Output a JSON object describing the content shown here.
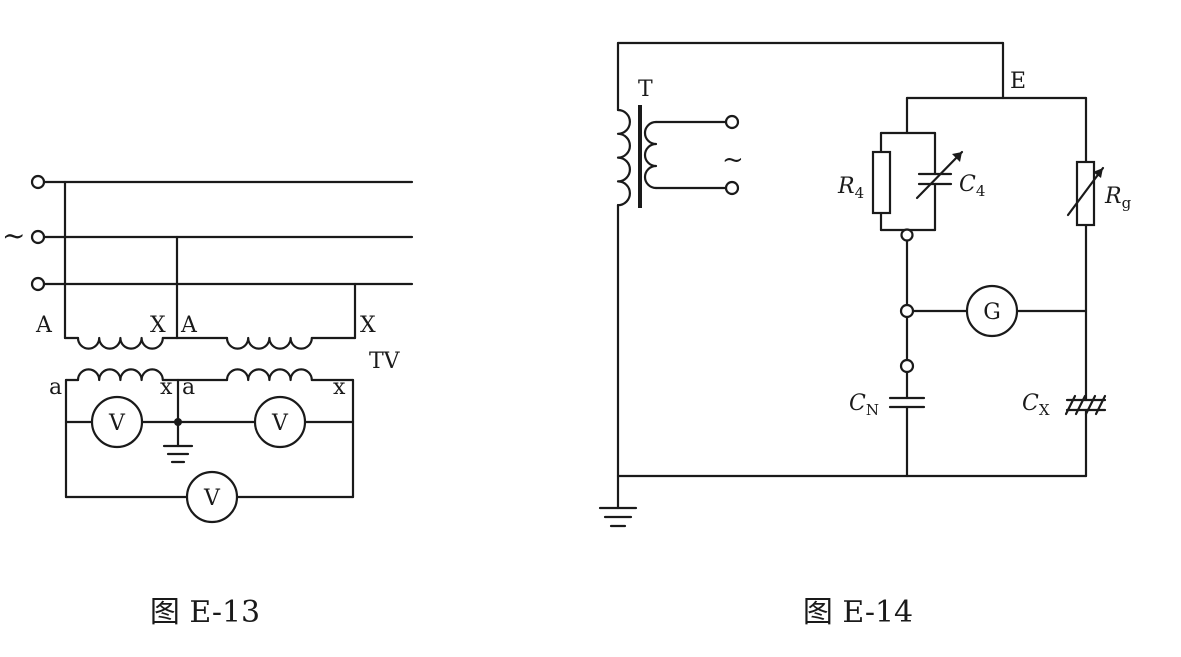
{
  "figure_e13": {
    "caption": "图 E-13",
    "source_symbol": "~",
    "primary_labels": [
      "A",
      "X",
      "A",
      "X"
    ],
    "secondary_labels": [
      "a",
      "x",
      "a",
      "x"
    ],
    "tv_label": "TV",
    "meter_label": "V"
  },
  "figure_e14": {
    "caption": "图 E-14",
    "transformer_label": "T",
    "source_symbol": "~",
    "node_label": "E",
    "r4": {
      "main": "R",
      "sub": "4"
    },
    "c4": {
      "main": "C",
      "sub": "4"
    },
    "rg": {
      "main": "R",
      "sub": "g"
    },
    "cn": {
      "main": "C",
      "sub": "N"
    },
    "cx": {
      "main": "C",
      "sub": "X"
    },
    "galvanometer_label": "G"
  }
}
